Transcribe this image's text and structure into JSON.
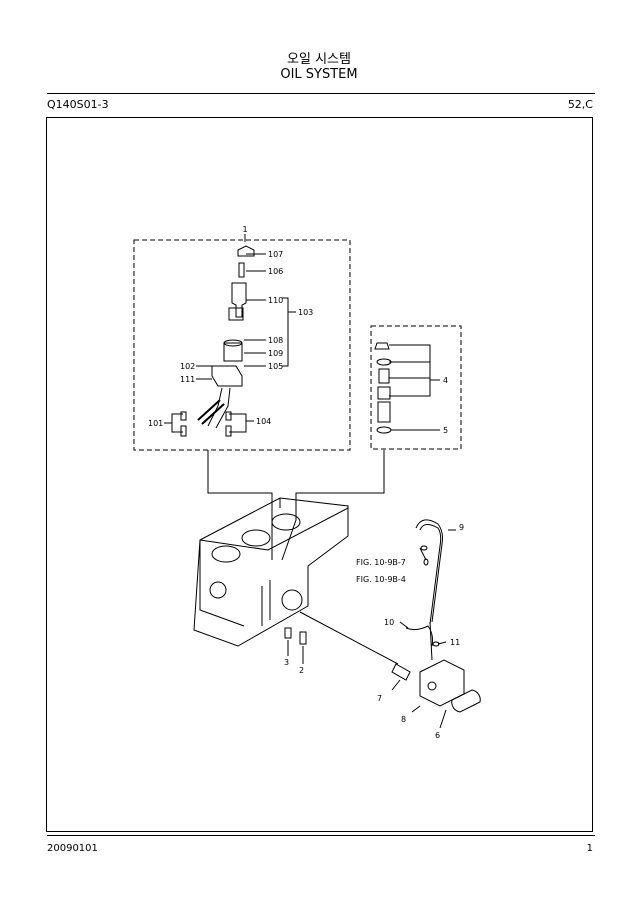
{
  "header": {
    "title_ko": "오일 시스템",
    "title_en": "OIL SYSTEM",
    "code": "Q140S01-3",
    "page_ref": "52,C"
  },
  "diagram": {
    "callouts": {
      "c1": "1",
      "c107": "107",
      "c106": "106",
      "c110": "110",
      "c103": "103",
      "c108": "108",
      "c109": "109",
      "c105": "105",
      "c102": "102",
      "c111": "111",
      "c101": "101",
      "c104": "104",
      "c4": "4",
      "c5": "5",
      "c9": "9",
      "fig1": "FIG. 10-9B-7",
      "fig2": "FIG. 10-9B-4",
      "c10": "10",
      "c11": "11",
      "c3": "3",
      "c2": "2",
      "c7": "7",
      "c8": "8",
      "c6": "6"
    }
  },
  "footer": {
    "date": "20090101",
    "page": "1"
  }
}
